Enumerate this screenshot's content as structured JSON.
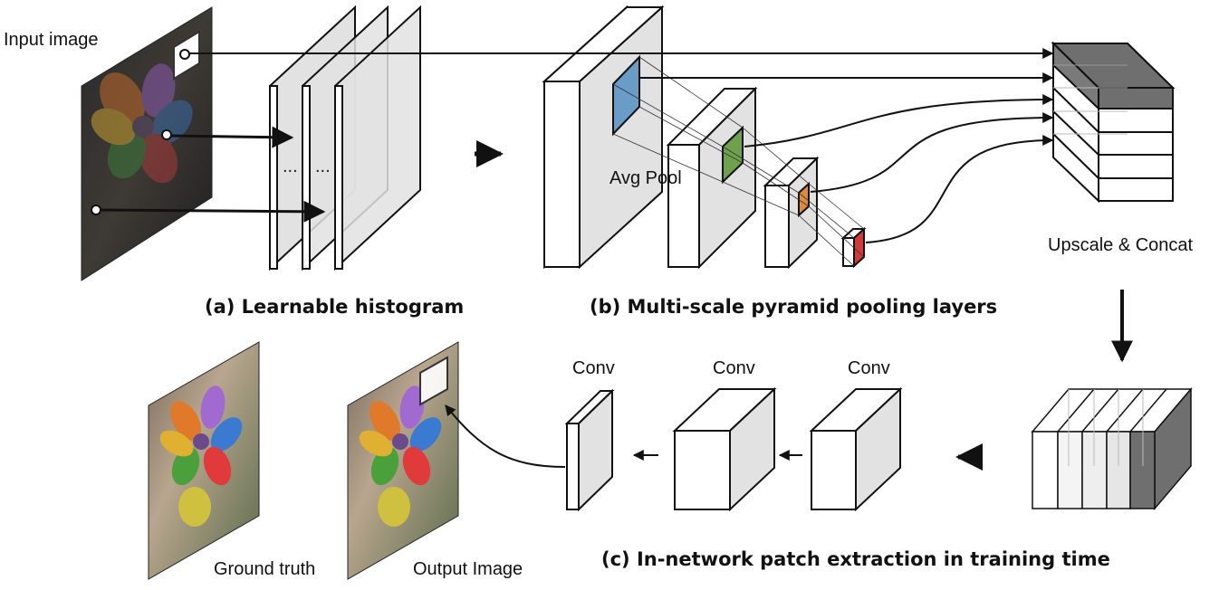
{
  "labels": {
    "input_image": "Input image",
    "avg_pool": "Avg Pool",
    "upscale_concat": "Upscale & Concat",
    "conv_1": "Conv",
    "conv_2": "Conv",
    "conv_3": "Conv",
    "ground_truth": "Ground truth",
    "output_image": "Output Image",
    "ellipsis_1": "...",
    "ellipsis_2": "..."
  },
  "captions": {
    "a": "(a) Learnable histogram",
    "b": "(b) Multi-scale pyramid pooling layers",
    "c": "(c) In-network patch extraction in training time"
  },
  "colors": {
    "pool_blue": "#6a9cc8",
    "pool_green": "#6ea24a",
    "pool_orange": "#e08a3c",
    "pool_red": "#d23a3a",
    "concat_dark": "#6f6f6f",
    "plane_fill": "#e2e2e2"
  }
}
